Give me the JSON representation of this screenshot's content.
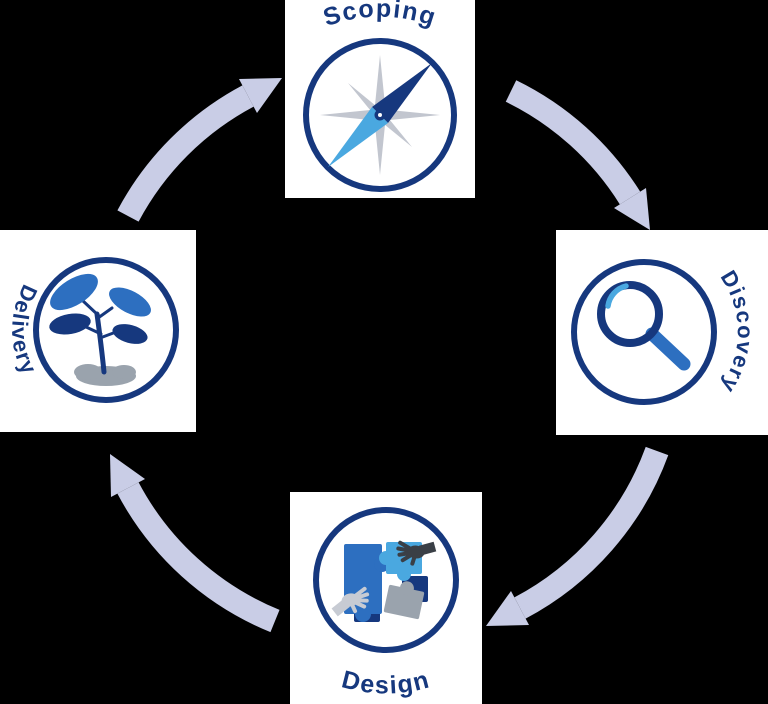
{
  "diagram": {
    "name": "four-phase-cycle",
    "direction": "clockwise",
    "phases": [
      {
        "label": "Scoping",
        "position": "top",
        "icon": "compass-icon"
      },
      {
        "label": "Discovery",
        "position": "right",
        "icon": "magnifying-glass-icon"
      },
      {
        "label": "Design",
        "position": "bottom",
        "icon": "puzzle-pieces-hands-icon"
      },
      {
        "label": "Delivery",
        "position": "left",
        "icon": "seedling-plant-icon"
      }
    ],
    "arrows": [
      {
        "from": "Scoping",
        "to": "Discovery"
      },
      {
        "from": "Discovery",
        "to": "Design"
      },
      {
        "from": "Design",
        "to": "Delivery"
      },
      {
        "from": "Delivery",
        "to": "Scoping"
      }
    ]
  },
  "colors": {
    "background": "#000000",
    "tile": "#ffffff",
    "navy": "#16387e",
    "blue": "#2d6fc0",
    "light_blue": "#4aa8e0",
    "arrow": "#c9cde6",
    "gray": "#9aa3ad",
    "silver": "#c2c6cf",
    "hand_dark": "#3a3f46",
    "hand_light": "#c7cbd3"
  }
}
